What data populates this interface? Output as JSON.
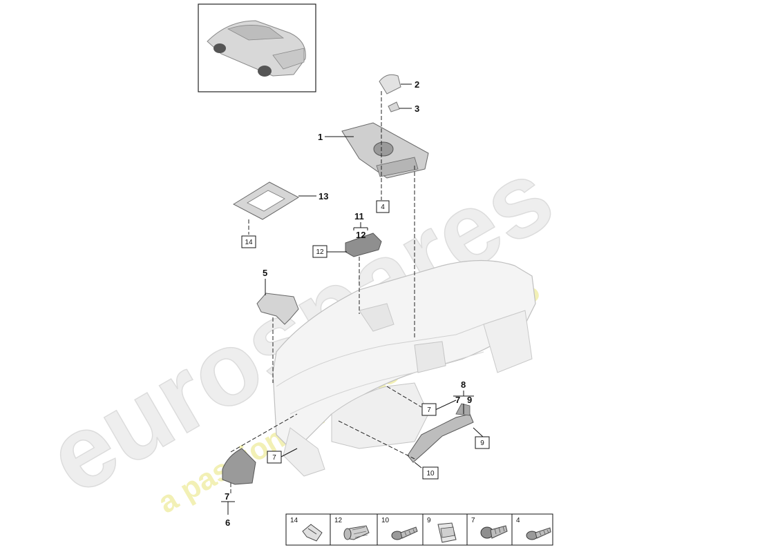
{
  "watermark": {
    "brand": "eurospares",
    "slogan": "a passion for parts since 1985",
    "brand_color": "#e6e6e6",
    "slogan_color": "#f0eda8"
  },
  "callouts": {
    "c1": "1",
    "c2": "2",
    "c3": "3",
    "c5": "5",
    "c6": "6",
    "c8": "8",
    "c11": "11",
    "c12": "12",
    "c13": "13",
    "c7_under6": "7",
    "c7_bracket8": "7",
    "c9_bracket8": "9"
  },
  "boxed_refs": {
    "b4": "4",
    "b14": "14",
    "b12": "12",
    "b7_right": "7",
    "b9_right": "9",
    "b10": "10",
    "b7_left": "7"
  },
  "legend": [
    {
      "num": "14",
      "icon": "clip-icon"
    },
    {
      "num": "12",
      "icon": "expanding-rivet-icon"
    },
    {
      "num": "10",
      "icon": "torx-screw-icon"
    },
    {
      "num": "9",
      "icon": "spring-nut-icon"
    },
    {
      "num": "7",
      "icon": "flat-head-screw-icon"
    },
    {
      "num": "4",
      "icon": "torx-screw-icon"
    }
  ]
}
